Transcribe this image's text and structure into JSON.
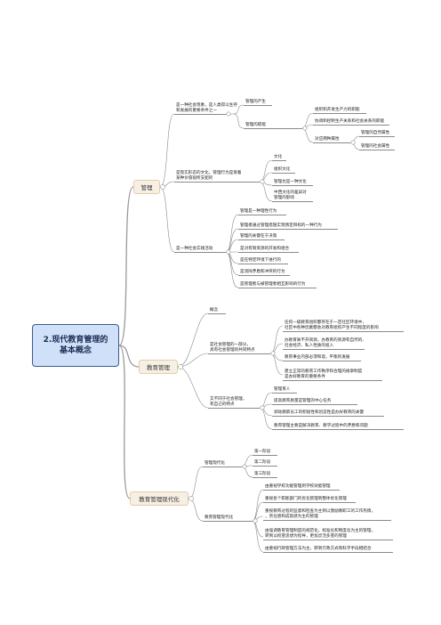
{
  "root": {
    "title": "2.现代教育管理的\n基本概念"
  },
  "branches": {
    "guanli": {
      "label": "管理",
      "a": {
        "label": "是一种社会现象，是人类得以生存\n和发展的重要条件之一"
      },
      "a1": "管理的产生",
      "a2": "管理的职能",
      "a2_1": "组织和开发生产力的职能",
      "a2_2": "协调和控制生产关系和社会关系的职能",
      "a2_3": "对应两种属性",
      "a2_3_1": "管理的自然属性",
      "a2_3_2": "管理的社会属性",
      "b": {
        "label": "是现实形态的文化，管理行为是受着\n某种价值观所支配的"
      },
      "b1": "文化",
      "b2": "组织文化",
      "b3": "管理也是一种文化",
      "b4": "中西文化的差异对\n管理的影响",
      "c": {
        "label": "是一种社会实践活动"
      },
      "c1": "管理是一种理性行为",
      "c2": "管理者通过管理措施实现预定目标的一种行为",
      "c3": "管理的关键在于决策",
      "c4": "是对有限资源的开发和组合",
      "c5": "是在特定环境下进行的",
      "c6": "是消除矛盾和冲突的行为",
      "c7": "是管理者与被管理者相互影响的行为"
    },
    "jiaoyu": {
      "label": "教育管理",
      "a": "概念",
      "b": {
        "label": "是社会管理的一部分，\n具有社会管理的共同特点"
      },
      "b1": "任何一级教育组织都存在于一定社区环境中，\n社区中各种因素都会对教育组织产生不同程度的影响",
      "b2": "办教育离不开资源，办教育的资源有自然的、\n社会经济、私人性质的投入",
      "b3": "教育事业内部必须和谐，平衡的发展",
      "b4": "建立正常的教育工作秩序和合理的规章制度\n是办好教育的重要条件",
      "c": {
        "label": "又不同于社会管理，\n有自己的特点"
      },
      "c1": "管理育人",
      "c2": "提高教育质量是管理的中心任务",
      "c3": "调动教职员工的积极性和创造性是办好教育的关键",
      "c4": "教育管理主要是解决教育、教学过程中的矛盾和问题"
    },
    "xiandaihua": {
      "label": "教育管理现代化",
      "a": "管理现代化",
      "a1": "第一阶段",
      "a2": "第二阶段",
      "a3": "第三阶段",
      "b": "教育管理现代化",
      "b1": "由重视学校功能管理到学校效能管理",
      "b2": "重视各个职能部门的优化管理到整体优化管理",
      "b3": "重视教育过程的监督和检查为主到以激励教职工的工作热情，\n，责任感和成就感为主的管理",
      "b4": "由强调教育管理制度的规范化，标准化和制度化为主的管理，\n转到以权变思想为指导，更加灵活多变的管理",
      "b5": "由重视行政管理方法为主，转到行政方式和科学手段相结合"
    }
  }
}
